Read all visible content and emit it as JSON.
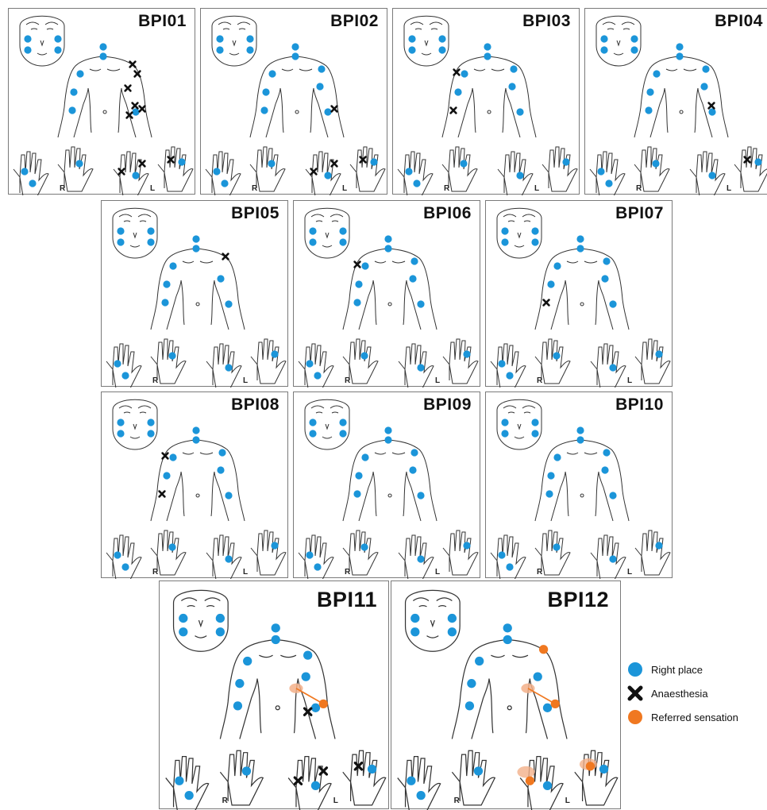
{
  "colors": {
    "right_place": "#1b95d9",
    "anaesthesia": "#111111",
    "referred": "#f07820",
    "referred_area": "#f3b08a",
    "line": "#555555"
  },
  "hand_labels": {
    "right": "R",
    "left": "L"
  },
  "legend": [
    {
      "icon": "blue-dot",
      "label": "Right place"
    },
    {
      "icon": "black-cross",
      "label": "Anaesthesia"
    },
    {
      "icon": "orange-dot",
      "label": "Referred sensation"
    }
  ],
  "panels": [
    {
      "id": "BPI01",
      "markers": [
        {
          "site": "left-shoulder",
          "kind": "anaesthesia"
        },
        {
          "site": "left-deltoid",
          "kind": "anaesthesia"
        },
        {
          "site": "left-arm-inner",
          "kind": "anaesthesia"
        },
        {
          "site": "left-elbow",
          "kind": "anaesthesia"
        },
        {
          "site": "left-forearm",
          "kind": "anaesthesia"
        },
        {
          "site": "left-forearm-lower",
          "kind": "anaesthesia"
        },
        {
          "site": "left-palm-thenar",
          "kind": "anaesthesia"
        },
        {
          "site": "left-palm-side",
          "kind": "anaesthesia"
        },
        {
          "site": "left-back-finger",
          "kind": "anaesthesia"
        }
      ]
    },
    {
      "id": "BPI02",
      "markers": [
        {
          "site": "left-forearm",
          "kind": "anaesthesia"
        },
        {
          "site": "left-palm-thenar",
          "kind": "anaesthesia"
        },
        {
          "site": "left-palm-side",
          "kind": "anaesthesia"
        },
        {
          "site": "left-back-finger",
          "kind": "anaesthesia"
        }
      ]
    },
    {
      "id": "BPI03",
      "markers": [
        {
          "site": "right-shoulder",
          "kind": "anaesthesia"
        },
        {
          "site": "right-elbow",
          "kind": "anaesthesia"
        }
      ]
    },
    {
      "id": "BPI04",
      "markers": [
        {
          "site": "left-elbow",
          "kind": "anaesthesia"
        },
        {
          "site": "left-back-finger",
          "kind": "anaesthesia"
        }
      ]
    },
    {
      "id": "BPI05",
      "markers": [
        {
          "site": "left-shoulder",
          "kind": "anaesthesia"
        }
      ]
    },
    {
      "id": "BPI06",
      "markers": [
        {
          "site": "right-shoulder",
          "kind": "anaesthesia"
        }
      ]
    },
    {
      "id": "BPI07",
      "markers": [
        {
          "site": "right-elbow",
          "kind": "anaesthesia"
        }
      ]
    },
    {
      "id": "BPI08",
      "markers": [
        {
          "site": "right-shoulder",
          "kind": "anaesthesia"
        },
        {
          "site": "right-elbow",
          "kind": "anaesthesia"
        }
      ]
    },
    {
      "id": "BPI09",
      "markers": []
    },
    {
      "id": "BPI10",
      "markers": []
    },
    {
      "id": "BPI11",
      "markers": [
        {
          "site": "left-forearm-lower",
          "kind": "anaesthesia"
        },
        {
          "site": "left-palm-thenar",
          "kind": "anaesthesia"
        },
        {
          "site": "left-palm-side",
          "kind": "anaesthesia"
        },
        {
          "site": "left-back-finger",
          "kind": "anaesthesia"
        },
        {
          "site": "left-forearm",
          "kind": "referred",
          "from": "left-chest"
        }
      ]
    },
    {
      "id": "BPI12",
      "markers": [
        {
          "site": "left-shoulder",
          "kind": "referred"
        },
        {
          "site": "left-forearm",
          "kind": "referred",
          "from": "left-chest"
        },
        {
          "site": "left-palm-thenar",
          "kind": "referred",
          "area": "left-palm-lower"
        },
        {
          "site": "left-back-finger",
          "kind": "referred",
          "area": "left-back-fingers"
        }
      ]
    }
  ]
}
